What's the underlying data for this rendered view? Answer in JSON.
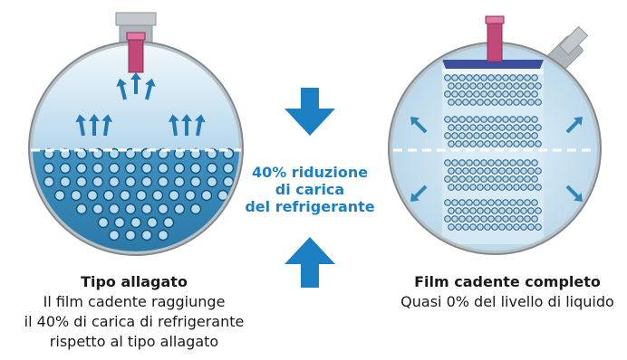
{
  "center_text": {
    "line1": "40% riduzione",
    "line2": "di carica",
    "line3": "del refrigerante"
  },
  "left": {
    "title": "Tipo allagato",
    "lines": [
      "Il film cadente raggiunge",
      "il 40% di carica di refrigerante",
      "rispetto al tipo allagato"
    ]
  },
  "right": {
    "title": "Film cadente completo",
    "lines": [
      "Quasi 0% del livello di liquido"
    ]
  },
  "colors": {
    "accent": "#1b7fc4",
    "liquid": "#2f86b6",
    "vapor": "#cfe6f3",
    "nozzle": "#c04a7a",
    "shell": "#9aa3a8"
  }
}
